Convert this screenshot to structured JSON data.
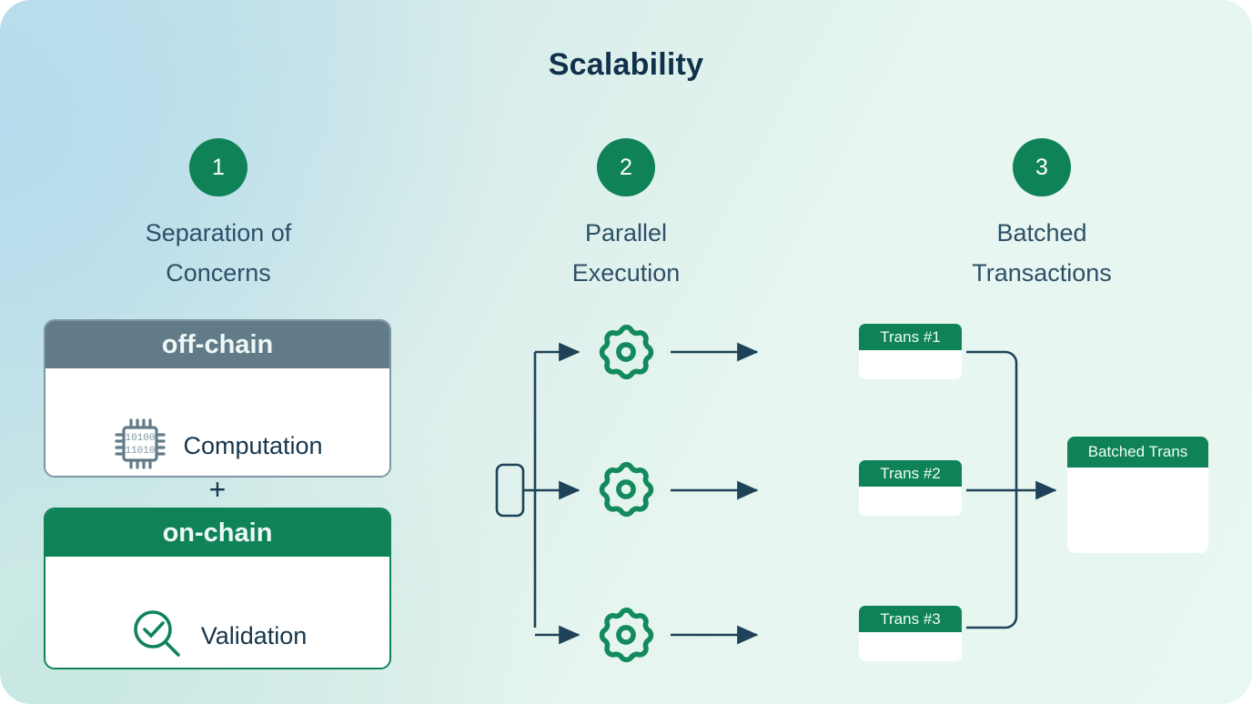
{
  "title": "Scalability",
  "theme": {
    "green": "#0f8357",
    "gear_green": "#128a5c",
    "slate": "#627b88",
    "navy": "#16354b",
    "label": "#2d5068",
    "bg_blue": "#bfdfea",
    "bg_mint": "#e9f7f1"
  },
  "steps": [
    {
      "number": "1",
      "label": "Separation of\nConcerns"
    },
    {
      "number": "2",
      "label": "Parallel\nExecution"
    },
    {
      "number": "3",
      "label": "Batched\nTransactions"
    }
  ],
  "separation": {
    "offchain": {
      "header": "off-chain",
      "text": "Computation",
      "icon": "cpu-chip-icon",
      "chip_lines": [
        "10100",
        "11010"
      ]
    },
    "plus": "+",
    "onchain": {
      "header": "on-chain",
      "text": "Validation",
      "icon": "magnifier-check-icon"
    }
  },
  "parallel": {
    "input_node": "branch-node",
    "gears": [
      "gear-icon",
      "gear-icon",
      "gear-icon"
    ]
  },
  "batched": {
    "transactions": [
      {
        "header": "Trans #1"
      },
      {
        "header": "Trans #2"
      },
      {
        "header": "Trans #3"
      }
    ],
    "result": {
      "header": "Batched Trans"
    }
  }
}
